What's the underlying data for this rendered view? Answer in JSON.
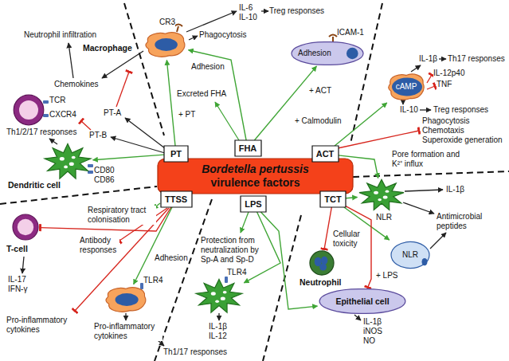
{
  "diagram": {
    "nodes": [
      {
        "text": [
          "Bordetella pertussis",
          "virulence factors"
        ]
      },
      {
        "text": [
          "PT"
        ]
      },
      {
        "text": [
          "FHA"
        ]
      },
      {
        "text": [
          "ACT"
        ]
      },
      {
        "text": [
          "TTSS"
        ]
      },
      {
        "text": [
          "LPS"
        ]
      },
      {
        "text": [
          "TCT"
        ]
      },
      {
        "text": [
          "Macrophage"
        ]
      },
      {
        "text": [
          "TCR",
          "CXCR4"
        ]
      },
      {
        "text": [
          "Dendritic cell"
        ]
      },
      {
        "text": [
          "T-cell"
        ]
      },
      {
        "text": [
          "TLR4"
        ]
      },
      {
        "text": [
          "TLR4"
        ]
      },
      {
        "text": [
          "ICAM-1"
        ]
      },
      {
        "text": [
          "cAMP"
        ]
      },
      {
        "text": [
          "NLR"
        ]
      },
      {
        "text": [
          "Neutrophil"
        ]
      },
      {
        "text": [
          "NLR"
        ]
      },
      {
        "text": [
          "Epithelial cell"
        ]
      }
    ],
    "edges": [
      {
        "from": 1,
        "to": 9,
        "arrow": "to"
      },
      {
        "from": 1,
        "to": 7,
        "arrow": "to",
        "label": "+ PT"
      },
      {
        "from": 2,
        "to": 7,
        "arrow": "to"
      },
      {
        "from": 2,
        "to": 13,
        "arrow": "to",
        "label": "+ ACT"
      },
      {
        "from": 3,
        "to": 14,
        "arrow": "to",
        "label": "+ Calmodulin"
      },
      {
        "from": 3,
        "to": 15,
        "arrow": "to",
        "label": "Pore formation and K²⁺ influx"
      },
      {
        "from": 4,
        "to": 10,
        "arrow": "to"
      },
      {
        "from": 4,
        "to": 11,
        "arrow": "to"
      },
      {
        "from": 5,
        "to": 12,
        "arrow": "to"
      },
      {
        "from": 5,
        "to": 18,
        "arrow": "to"
      },
      {
        "from": 6,
        "to": 15,
        "arrow": "to"
      },
      {
        "from": 6,
        "to": 16,
        "arrow": "to"
      },
      {
        "from": 6,
        "to": 17,
        "arrow": "to"
      },
      {
        "from": 6,
        "to": 18,
        "arrow": "to",
        "label": "+ LPS"
      }
    ],
    "labels": [
      "Neutrophil infiltration",
      "CR3",
      "Phagocytosis",
      "IL-6 IL-10",
      "Treg responses",
      "Chemokines",
      "Adhesion",
      "Excreted FHA",
      "Adhesion",
      "IL-1β",
      "Th17 responses",
      "IL-12p40",
      "TNF",
      "IL-10",
      "Treg responses",
      "PT-A",
      "PT-B",
      "Th1/2/17 responses",
      "CD80 CD86",
      "Phagocytosis Chemotaxis Superoxide generation",
      "IL-1β",
      "Respiratory tract colonisation",
      "Antibody responses",
      "Adhesion",
      "Cellular toxicity",
      "Antimicrobial peptides",
      "Protection from neutralization by Sp-A and Sp-D",
      "IL-17 IFN-γ",
      "Pro-inflammatory cytokines",
      "Pro-inflammatory cytokines",
      "IL-1β IL-12",
      "Th1/17 responses",
      "IL-1β iNOS NO"
    ]
  }
}
